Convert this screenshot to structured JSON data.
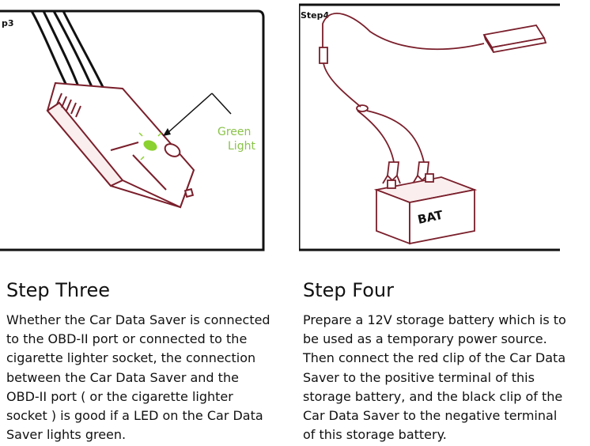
{
  "step_three": {
    "illustration": {
      "step_label": "p3",
      "callout_line1": "Green",
      "callout_line2": "Light"
    },
    "title": "Step Three",
    "description": "Whether the Car Data Saver is connected to the OBD-II port or connected to the cigarette lighter socket, the connection between the Car Data Saver and the OBD-II port ( or the cigarette lighter socket ) is good if a LED on the Car Data Saver lights green."
  },
  "step_four": {
    "illustration": {
      "step_label": "Step4",
      "battery_label": "BAT"
    },
    "title": "Step Four",
    "description": "Prepare a 12V storage battery which is to be used as a temporary power source. Then connect the red clip of the Car Data Saver to the positive terminal of this storage battery, and the black clip of the Car Data Saver to the negative terminal of this storage battery."
  },
  "colors": {
    "device_outline": "#7a1f2b",
    "led_green": "#8bd12f",
    "callout_text": "#8bc34a",
    "frame": "#111111"
  }
}
